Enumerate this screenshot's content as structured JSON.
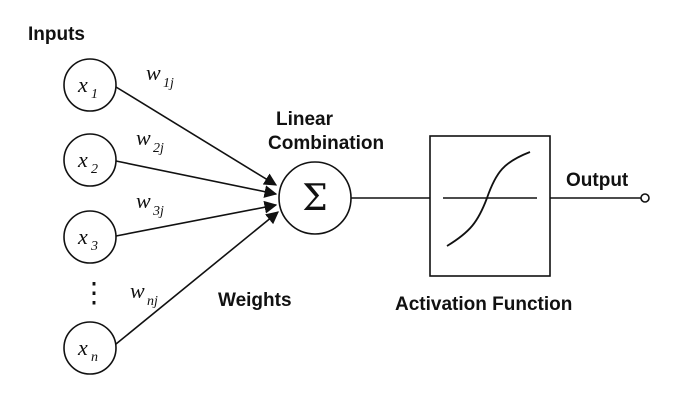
{
  "labels": {
    "inputs": "Inputs",
    "linear_1": "Linear",
    "linear_2": "Combination",
    "weights": "Weights",
    "activation": "Activation Function",
    "output": "Output"
  },
  "summation_symbol": "Σ",
  "ellipsis": "⋮",
  "inputs": [
    {
      "var": "x",
      "sub": "1",
      "weight": "w",
      "weight_sub": "1j"
    },
    {
      "var": "x",
      "sub": "2",
      "weight": "w",
      "weight_sub": "2j"
    },
    {
      "var": "x",
      "sub": "3",
      "weight": "w",
      "weight_sub": "3j"
    },
    {
      "var": "x",
      "sub": "n",
      "weight": "w",
      "weight_sub": "nj"
    }
  ]
}
